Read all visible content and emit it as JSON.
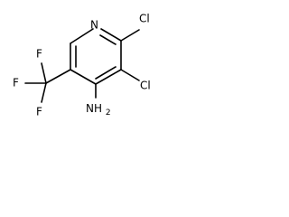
{
  "structure": {
    "colors": {
      "bond": "#000000",
      "label": "#000000",
      "background": "#ffffff"
    },
    "atoms": {
      "n": "N",
      "cl_top": "Cl",
      "cl_right": "Cl",
      "amine_n": "NH",
      "amine_h_count": "2",
      "f_left": "F",
      "f_top": "F",
      "f_bottom": "F"
    }
  }
}
